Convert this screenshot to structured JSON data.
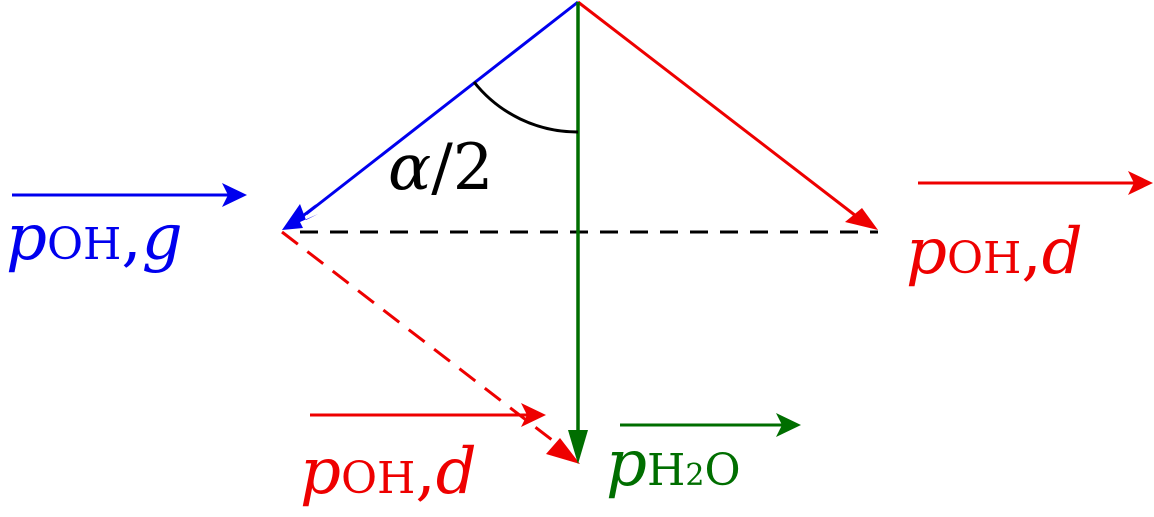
{
  "diagram": {
    "angle_label": {
      "symbol": "α",
      "slash": "/",
      "number": "2"
    },
    "label_left": {
      "p": "p",
      "sub": "OH",
      "comma": ",",
      "suffix": "g"
    },
    "label_right": {
      "p": "p",
      "sub": "OH",
      "comma": ",",
      "suffix": "d"
    },
    "label_bottom": {
      "p": "p",
      "sub": "OH",
      "comma": ",",
      "suffix": "d"
    },
    "label_h2o": {
      "p": "p",
      "sub_h": "H",
      "sub_2": "2",
      "sub_o": "O"
    },
    "colors": {
      "blue": "#0000ee",
      "red": "#ee0000",
      "green": "#006e00",
      "black": "#000000"
    }
  }
}
